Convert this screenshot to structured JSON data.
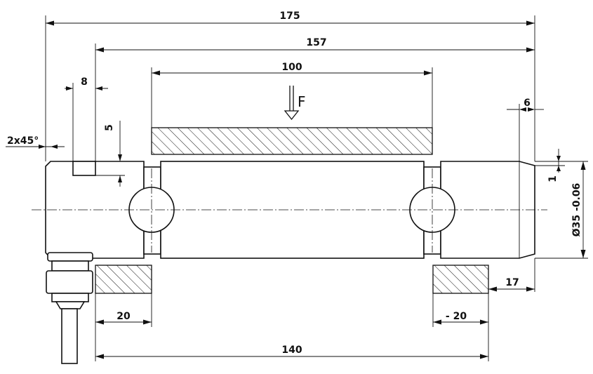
{
  "dimensions": {
    "total_length": "175",
    "body_length": "157",
    "load_zone": "100",
    "slot_width": "8",
    "slot_depth": "5",
    "chamfer": "2x45°",
    "end_chamfer_length": "6",
    "end_chamfer_depth": "1",
    "diameter": "Ø35 -0.06",
    "end_offset": "17",
    "support_left": "20",
    "support_right": "- 20",
    "support_span": "140"
  },
  "force_label": "F"
}
